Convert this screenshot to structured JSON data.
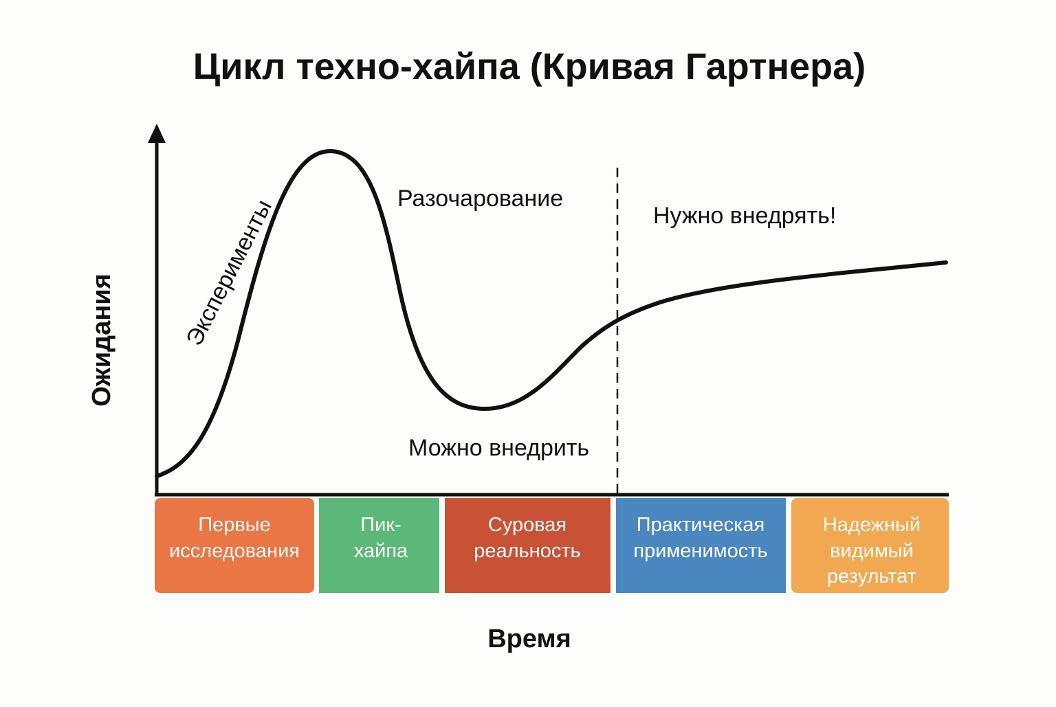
{
  "title": "Цикл техно-хайпа (Кривая Гартнера)",
  "y_axis_label": "Ожидания",
  "x_axis_label": "Время",
  "annotations": {
    "rise": "Эксперименты",
    "fall": "Разочарование",
    "trough": "Можно внедрить",
    "plateau": "Нужно внедрять!"
  },
  "phases": [
    {
      "lines": [
        "Первые",
        "исследования"
      ],
      "color": "#e97644"
    },
    {
      "lines": [
        "Пик-",
        "хайпа"
      ],
      "color": "#5cb878"
    },
    {
      "lines": [
        "Суровая",
        "реальность"
      ],
      "color": "#c95136"
    },
    {
      "lines": [
        "Практическая",
        "применимость"
      ],
      "color": "#4a86c0"
    },
    {
      "lines": [
        "Надежный",
        "видимый",
        "результат"
      ],
      "color": "#f2a851"
    }
  ]
}
